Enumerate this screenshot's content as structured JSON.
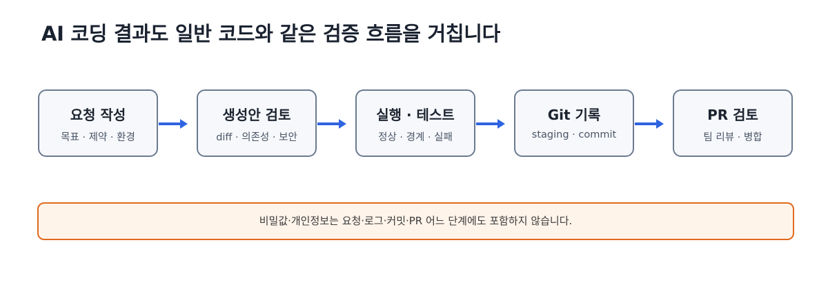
{
  "title": "AI 코딩 결과도 일반 코드와 같은 검증 흐름을 거칩니다",
  "steps": [
    {
      "title": "요청 작성",
      "detail": "목표 · 제약 · 환경"
    },
    {
      "title": "생성안 검토",
      "detail": "diff · 의존성 · 보안"
    },
    {
      "title": "실행 · 테스트",
      "detail": "정상 · 경계 · 실패"
    },
    {
      "title": "Git 기록",
      "detail": "staging · commit"
    },
    {
      "title": "PR 검토",
      "detail": "팀 리뷰 · 병합"
    }
  ],
  "notice": "비밀값·개인정보는 요청·로그·커밋·PR 어느 단계에도 포함하지 않습니다.",
  "colors": {
    "step_border": "#6b7a90",
    "step_fill": "#f6f8fb",
    "arrow": "#2f64e0",
    "notice_border": "#e0691f",
    "notice_fill": "#fff4ea"
  }
}
